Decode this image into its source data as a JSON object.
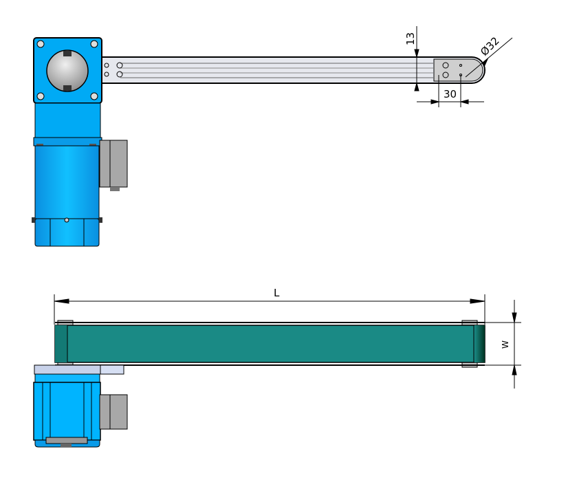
{
  "drawing": {
    "top_view": {
      "dimensions": {
        "height": "13",
        "offset": "30",
        "diameter": "Ø32"
      }
    },
    "side_view": {
      "dimensions": {
        "length": "L",
        "width": "W"
      }
    }
  },
  "colors": {
    "motor_blue": "#00b4ff",
    "motor_dark": "#0a86d0",
    "belt_teal": "#1a8a85",
    "gray": "#a8a8a8",
    "plate": "#d6dff3"
  }
}
